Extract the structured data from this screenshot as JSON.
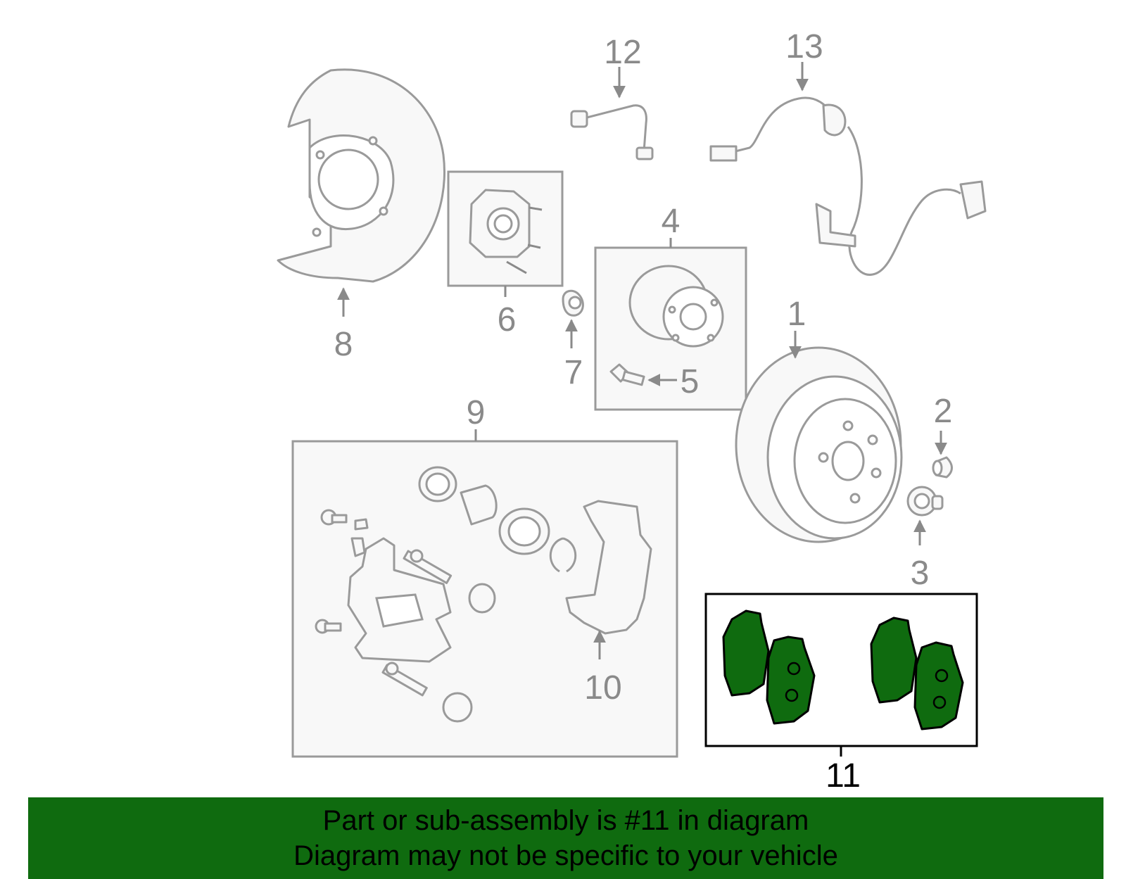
{
  "callouts": {
    "c1": "1",
    "c2": "2",
    "c3": "3",
    "c4": "4",
    "c5": "5",
    "c6": "6",
    "c7": "7",
    "c8": "8",
    "c9": "9",
    "c10": "10",
    "c11": "11",
    "c12": "12",
    "c13": "13"
  },
  "banner": {
    "line1": "Part or sub-assembly is #11 in diagram",
    "line2": "Diagram may not be specific to your vehicle"
  },
  "colors": {
    "highlight": "#0f6b0f",
    "outline": "#9a9a9a",
    "callout_text": "#8a8a8a"
  }
}
